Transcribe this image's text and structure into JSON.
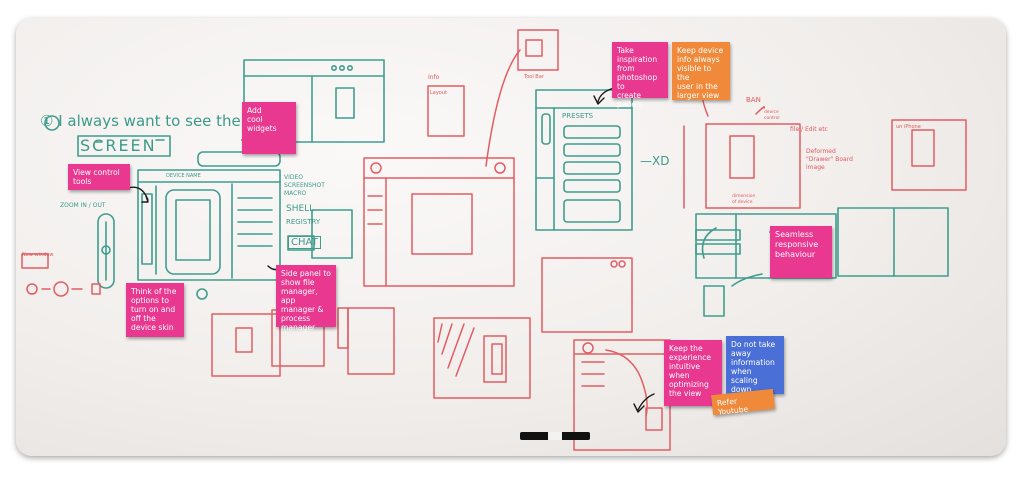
{
  "board": {
    "sticky_notes": [
      {
        "id": "add-cool-widgets",
        "text": "Add\ncool\nwidgets",
        "color": "#e8388f"
      },
      {
        "id": "view-control-tools",
        "text": "View control\ntools",
        "color": "#e8388f"
      },
      {
        "id": "think-options",
        "text": "Think of the\noptions to\nturn on and\noff the\ndevice skin",
        "color": "#e8388f"
      },
      {
        "id": "side-panel",
        "text": "Side panel to\nshow file\nmanager, app\nmanager &\nprocess\nmanager",
        "color": "#e8388f"
      },
      {
        "id": "photoshop-panels",
        "text": "Take\ninspiration\nfrom\nphotoshop to\ncreate panels",
        "color": "#e8388f"
      },
      {
        "id": "device-info",
        "text": "Keep device\ninfo always\nvisible to the\nuser in the\nlarger view",
        "color": "#f08a3a"
      },
      {
        "id": "seamless",
        "text": "Seamless\nresponsive\nbehaviour",
        "color": "#e8388f"
      },
      {
        "id": "intuitive",
        "text": "Keep the\nexperience\nintuitive\nwhen\noptimizing\nthe view",
        "color": "#e8388f"
      },
      {
        "id": "scaling-down",
        "text": "Do not take\naway\ninformation\nwhen scaling\ndown",
        "color": "#4a6fd6"
      },
      {
        "id": "refer-youtube",
        "text": "Refer Youtube",
        "color": "#f08a3a"
      }
    ],
    "handwriting": {
      "heading_line1": "① I always want to see the",
      "heading_line2": "SCREEN",
      "zoom": "ZOOM IN / OUT",
      "device_name": "DEVICE NAME",
      "tools_line1": "VIDEO",
      "tools_line2": "SCREENSHOT",
      "tools_line3": "MACRO",
      "shell": "SHELL",
      "registry": "REGISTRY",
      "chat": "CHAT",
      "new_window": "New window",
      "info": "Info",
      "layout": "Layout",
      "toolbar": "Tool Bar",
      "presets": "PRESETS",
      "xd": "—XD",
      "ban": "BAN",
      "file_edit": "file / Edit etc",
      "deformed": "Deformed\n\"Drawer\" Board\nimage",
      "iphone": "un iPhone",
      "device_ctrl": "device\ncontrol",
      "dimension": "dimension\nof device"
    }
  }
}
